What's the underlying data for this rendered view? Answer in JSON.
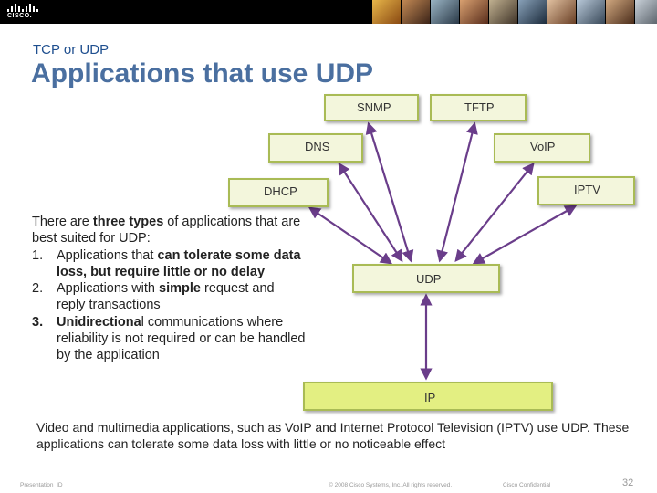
{
  "header": {
    "logo_text": "CISCO."
  },
  "slide": {
    "subtitle": "TCP or UDP",
    "title": "Applications that use UDP"
  },
  "diagram": {
    "protocols": [
      "SNMP",
      "TFTP",
      "DNS",
      "VoIP",
      "DHCP",
      "IPTV"
    ],
    "transport": "UDP",
    "network": "IP",
    "colors": {
      "box_fill": "#f3f6dc",
      "box_border": "#a9bb55",
      "ip_fill": "#e3ef82",
      "arrow": "#6a3d8a"
    }
  },
  "body": {
    "intro": [
      "There are ",
      "three types",
      " of applications that are best suited for UDP:"
    ],
    "items": [
      {
        "num": "1.",
        "parts": [
          "Applications that ",
          "can tolerate some data loss, but require little or no delay"
        ]
      },
      {
        "num": "2.",
        "parts": [
          "Applications with ",
          "simple",
          " request and reply transactions"
        ]
      },
      {
        "num": "3.",
        "parts": [
          "Unidirectiona",
          "l communications where reliability is not required or can be handled by the application"
        ]
      }
    ]
  },
  "caption": "Video and multimedia applications, such as VoIP and Internet Protocol Television (IPTV) use UDP. These applications can tolerate some data loss with little or no noticeable effect",
  "footer": {
    "presentation_id": "Presentation_ID",
    "copyright": "© 2008 Cisco Systems, Inc. All rights reserved.",
    "confidential": "Cisco Confidential",
    "page": "32"
  }
}
